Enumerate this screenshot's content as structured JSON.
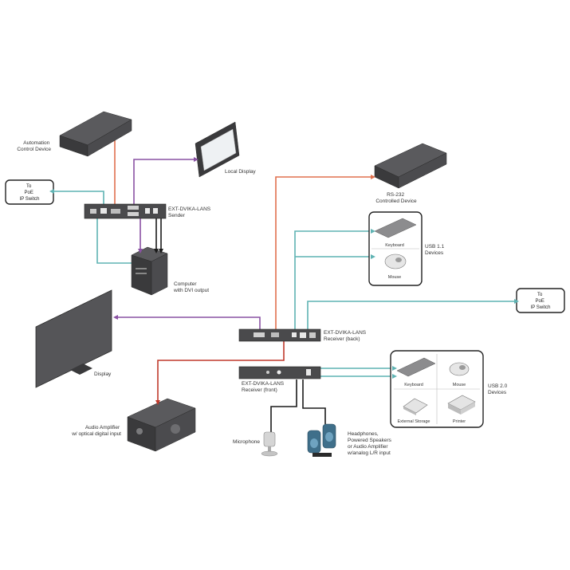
{
  "colors": {
    "orange": "#e0704e",
    "purple": "#8a52a3",
    "teal": "#5fb3b3",
    "red": "#c0392b",
    "black": "#1a1a1a",
    "device_dark": "#3a3a3c",
    "device_mid": "#5a5a5d"
  },
  "labels": {
    "automation_control": [
      "Automation",
      "Control Device"
    ],
    "local_display": "Local Display",
    "to_poe_switch_1": [
      "To",
      "PoE",
      "IP Switch"
    ],
    "sender": [
      "EXT-DVIKA-LANS",
      "Sender"
    ],
    "computer": [
      "Computer",
      "with DVI output"
    ],
    "rs232": [
      "RS-232",
      "Controlled Device"
    ],
    "usb11": [
      "USB 1.1",
      "Devices"
    ],
    "keyboard_11": "Keyboard",
    "mouse_11": "Mouse",
    "to_poe_switch_2": [
      "To",
      "PoE",
      "IP Switch"
    ],
    "receiver_back": [
      "EXT-DVIKA-LANS",
      "Receiver (back)"
    ],
    "display": "Display",
    "receiver_front": [
      "EXT-DVIKA-LANS",
      "Receiver (front)"
    ],
    "usb20": [
      "USB 2.0",
      "Devices"
    ],
    "keyboard_20": "Keyboard",
    "mouse_20": "Mouse",
    "external_storage": "External Storage",
    "printer": "Printer",
    "audio_amp": [
      "Audio Amplifier",
      "w/ optical digital input"
    ],
    "microphone": "Microphone",
    "headphones": [
      "Headphones,",
      "Powered Speakers",
      "or Audio Amplifier",
      "w/analog L/R input"
    ]
  },
  "icons": [
    "automation-device-icon",
    "monitor-icon",
    "computer-tower-icon",
    "rs232-device-icon",
    "keyboard-icon",
    "mouse-icon",
    "tv-display-icon",
    "audio-amplifier-icon",
    "microphone-icon",
    "speakers-icon",
    "external-storage-icon",
    "printer-icon"
  ]
}
